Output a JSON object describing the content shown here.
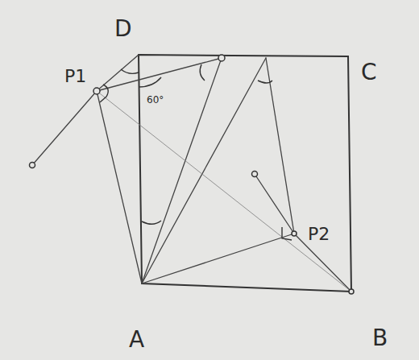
{
  "diagram": {
    "labels": [
      "D",
      "C",
      "A",
      "B",
      "P1",
      "P2",
      "60°"
    ]
  }
}
